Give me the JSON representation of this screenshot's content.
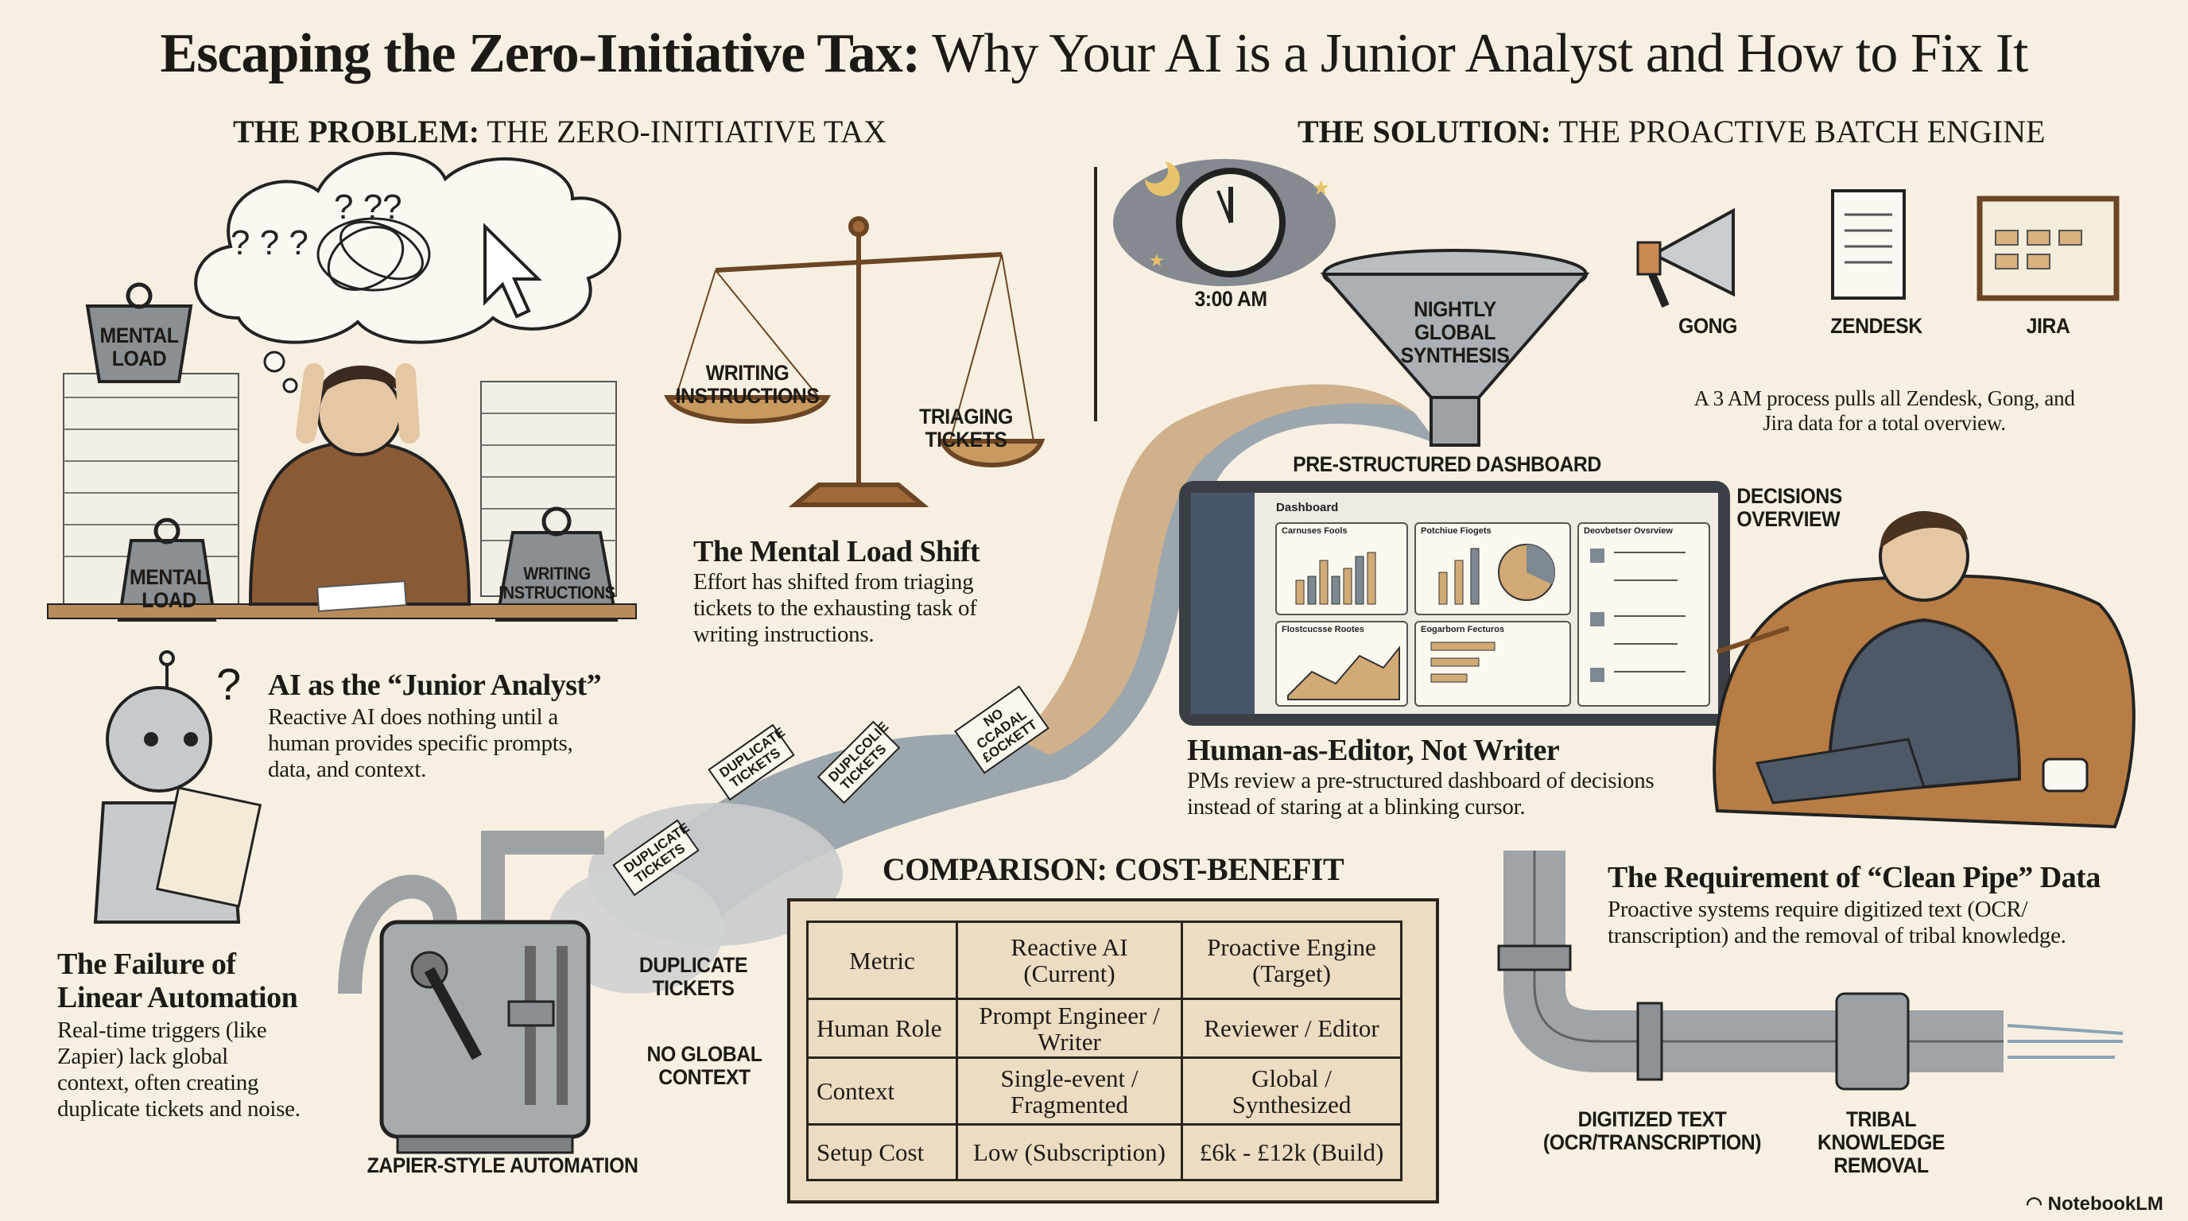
{
  "title": {
    "bold": "Escaping the Zero-Initiative Tax:",
    "rest": " Why Your AI is a Junior Analyst and How to Fix It"
  },
  "problem": {
    "heading_bold": "THE PROBLEM:",
    "heading_rest": " THE ZERO-INITIATIVE TAX",
    "weights": [
      "MENTAL LOAD",
      "MENTAL LOAD",
      "WRITING INSTRUCTIONS"
    ],
    "scale_left": "WRITING INSTRUCTIONS",
    "scale_right": "TRIAGING TICKETS",
    "mental_load_shift": {
      "title": "The Mental Load Shift",
      "body": "Effort has shifted from triaging tickets to the exhausting task of writing instructions."
    },
    "junior_analyst": {
      "title": "AI as the “Junior Analyst”",
      "body": "Reactive AI does nothing until a human provides specific prompts, data, and context."
    },
    "linear_automation": {
      "title": "The Failure of Linear Automation",
      "body": "Real-time triggers (like Zapier) lack global context, often creating duplicate tickets and noise."
    },
    "machine_label": "ZAPIER-STYLE AUTOMATION",
    "duplicate_label": "DUPLICATE TICKETS",
    "no_context_label": "NO GLOBAL CONTEXT",
    "tickets": [
      "DUPLICATE TICKETS",
      "DUPLICATE TICKETS",
      "DUPLCOLIE TICKETS",
      "NO CCADAL £OCKETT"
    ]
  },
  "solution": {
    "heading_bold": "THE SOLUTION:",
    "heading_rest": " THE PROACTIVE BATCH ENGINE",
    "clock_time": "3:00 AM",
    "funnel_label": "NIGHTLY GLOBAL SYNTHESIS",
    "sources": [
      {
        "label": "GONG",
        "icon": "megaphone-icon"
      },
      {
        "label": "ZENDESK",
        "icon": "document-icon"
      },
      {
        "label": "JIRA",
        "icon": "kanban-board-icon"
      }
    ],
    "sources_caption": "A 3 AM process pulls all Zendesk, Gong, and Jira data for a total overview.",
    "dashboard_label": "PRE-STRUCTURED DASHBOARD",
    "decisions_label": "DECISIONS OVERVIEW",
    "dashboard": {
      "title": "Dashboard",
      "panels": [
        "Carnuses Fools",
        "Potchiue Fiogets",
        "Deovbetser Ovsrview",
        "Flostcucsse Rootes",
        "Eogarborn Fecturos"
      ]
    },
    "human_editor": {
      "title": "Human-as-Editor, Not Writer",
      "body": "PMs review a pre-structured dashboard of decisions instead of staring at a blinking cursor."
    },
    "clean_pipe": {
      "title": "The Requirement of “Clean Pipe” Data",
      "body": "Proactive systems require digitized text (OCR/ transcription) and the removal of tribal knowledge."
    },
    "pipe_labels": [
      "DIGITIZED TEXT (OCR/TRANSCRIPTION)",
      "TRIBAL KNOWLEDGE REMOVAL"
    ]
  },
  "comparison": {
    "title": "COMPARISON: COST-BENEFIT",
    "headers": [
      "Metric",
      "Reactive AI (Current)",
      "Proactive Engine (Target)"
    ],
    "rows": [
      [
        "Human Role",
        "Prompt Engineer / Writer",
        "Reviewer / Editor"
      ],
      [
        "Context",
        "Single-event / Fragmented",
        "Global / Synthesized"
      ],
      [
        "Setup Cost",
        "Low (Subscription)",
        "£6k - £12k (Build)"
      ]
    ]
  },
  "branding": "NotebookLM",
  "colors": {
    "background": "#f7f0e2",
    "ink": "#1d1a16",
    "tan": "#d2aa76",
    "slate": "#5d6b78",
    "parchment": "#ecdcc2"
  }
}
